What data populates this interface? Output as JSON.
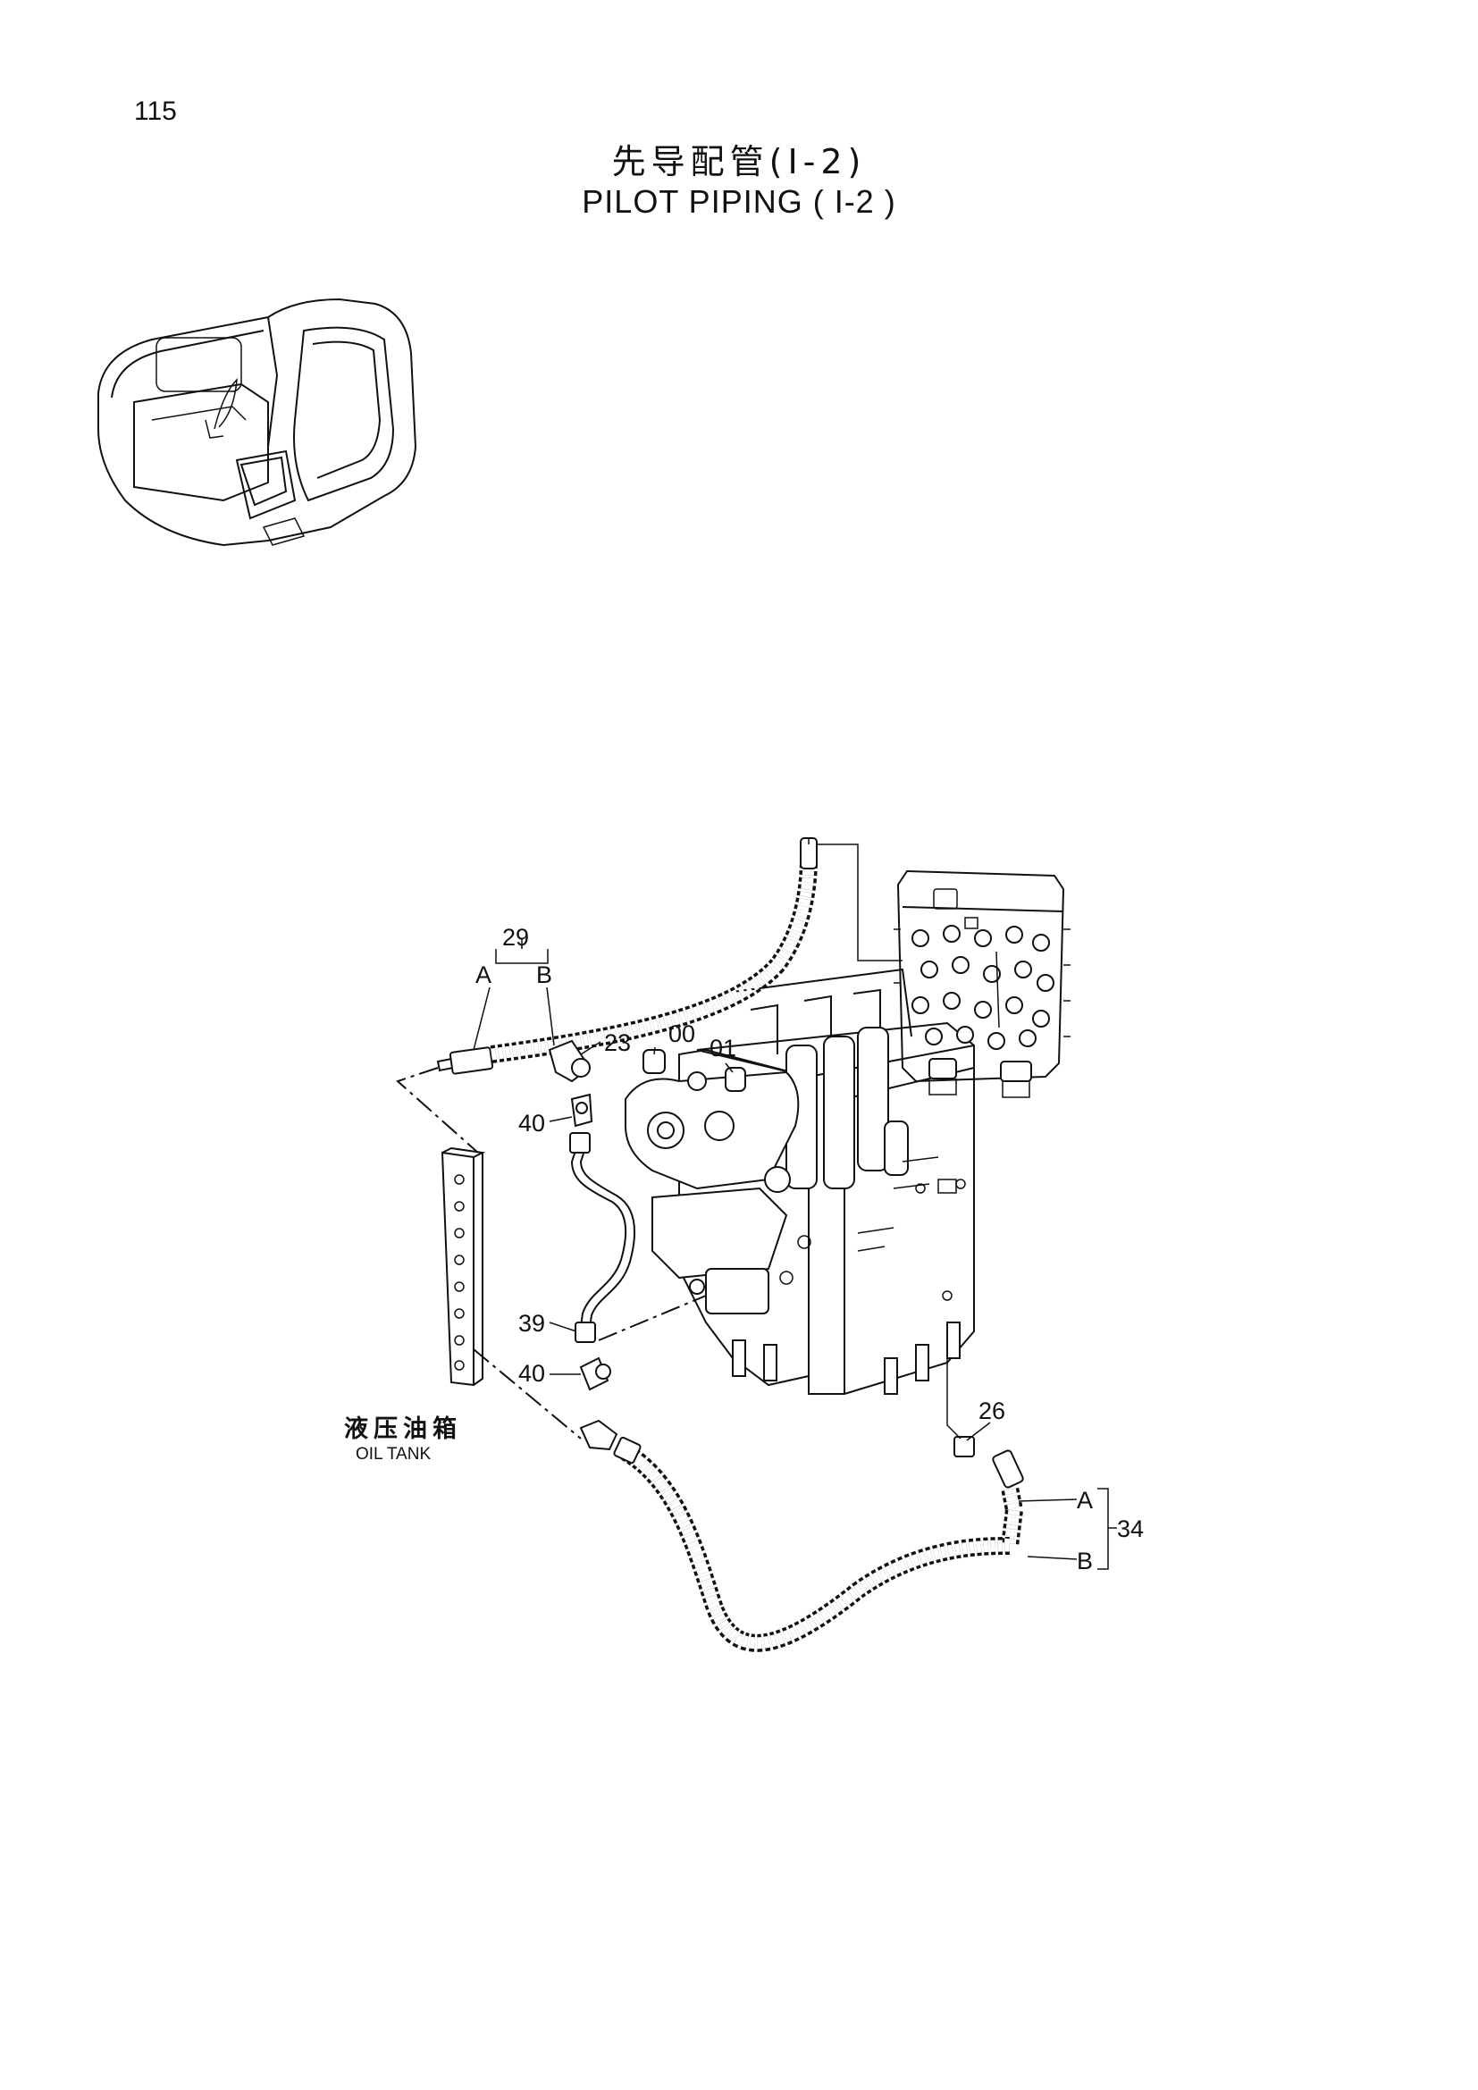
{
  "page_number": "115",
  "title_cn": "先导配管(I-2)",
  "title_en": "PILOT PIPING ( I-2 )",
  "callouts": {
    "c29": "29",
    "c29a": "A",
    "c29b": "B",
    "c23": "23",
    "c00": "00",
    "c01": "01",
    "c40_top": "40",
    "c39": "39",
    "c40_bottom": "40",
    "c26": "26",
    "c34": "34",
    "c34a": "A",
    "c34b": "B"
  },
  "oil_tank": {
    "label_cn": "液压油箱",
    "label_en": "OIL TANK"
  }
}
